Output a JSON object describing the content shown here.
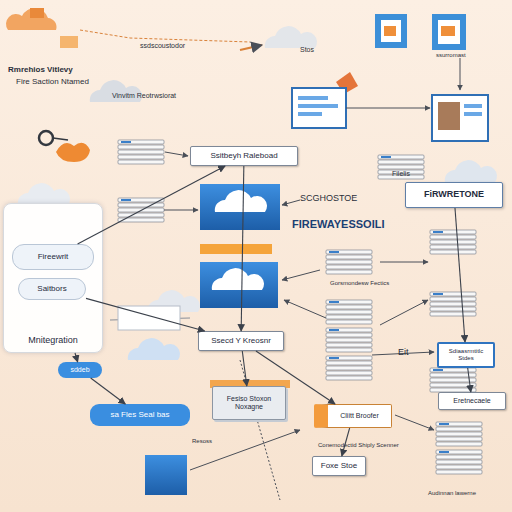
{
  "diagram": {
    "nodes": [
      {
        "text": [
          "Ssitbeyh Raleboad"
        ]
      },
      {
        "text": [
          "FiRWRETONE"
        ]
      },
      {
        "text": [
          "Mnitegration"
        ]
      },
      {
        "text": [
          "Fireewrit"
        ],
        "in": 2
      },
      {
        "text": [
          "Saitbors"
        ],
        "in": 2
      },
      {
        "text": [
          "Ssecd Y Kreosnr"
        ]
      },
      {
        "text": [
          "Sdiaasrmtitlc Stdes"
        ]
      },
      {
        "text": [
          "sddeb"
        ]
      },
      {
        "text": [
          "Fesiso Stoxon",
          "Noxagne"
        ]
      },
      {
        "text": [
          "Eretnecaele"
        ]
      },
      {
        "text": [
          "sa Fles Seal bas"
        ]
      },
      {
        "text": [
          "Cliitt Broofer"
        ]
      },
      {
        "text": [
          "Foxe Stoe"
        ]
      }
    ],
    "edges": [
      {
        "from": 3,
        "to": 0,
        "arrow": "to"
      },
      {
        "from": 0,
        "to": 5,
        "arrow": "to"
      },
      {
        "from": 1,
        "to": 6,
        "arrow": "to"
      },
      {
        "from": 6,
        "to": 9,
        "arrow": "to"
      },
      {
        "from": 5,
        "to": 8,
        "arrow": "to"
      },
      {
        "from": 5,
        "to": 11,
        "arrow": "to"
      },
      {
        "from": 7,
        "to": 10,
        "arrow": "to"
      },
      {
        "from": 11,
        "to": 12,
        "arrow": "to"
      },
      {
        "from": 4,
        "to": 5,
        "arrow": "to"
      },
      {
        "from": 2,
        "to": 7,
        "arrow": "to"
      }
    ],
    "labels": [
      "ssdscoustodor",
      "Rmrehios Vitlevy",
      "Fire Saction Ntamed",
      "Vinvitm Reotrwsiorat",
      "Stos",
      "ssurromast",
      "Filelis",
      "SCGHOSTOE",
      "FIREWAYESSOILI",
      "Gorsmondesw Fectics",
      "Eit",
      "Conemodectid Shiply Scenner",
      "Resoss",
      "Audinnan lawerne"
    ]
  }
}
